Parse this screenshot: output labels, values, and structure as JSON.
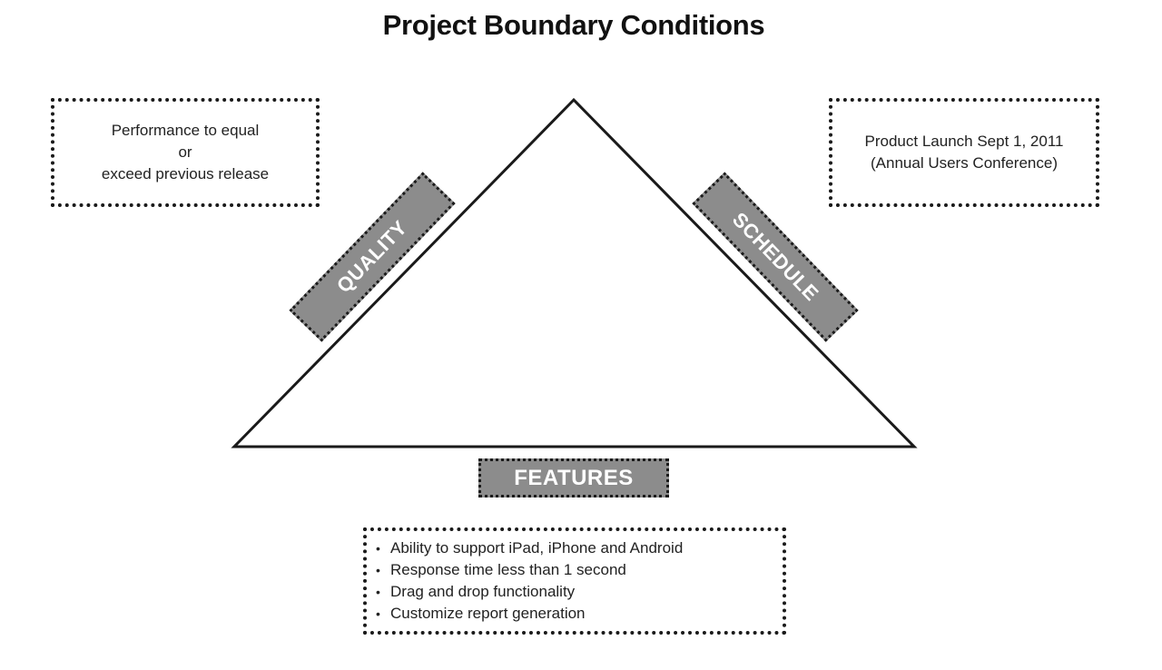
{
  "title": "Project Boundary Conditions",
  "constraints": {
    "quality": {
      "label": "QUALITY",
      "note": [
        "Performance to equal",
        "or",
        "exceed previous release"
      ]
    },
    "schedule": {
      "label": "SCHEDULE",
      "note": [
        "Product Launch Sept 1, 2011",
        "(Annual Users Conference)"
      ]
    },
    "features": {
      "label": "FEATURES",
      "items": [
        "Ability to support iPad, iPhone and Android",
        "Response time less than 1 second",
        "Drag and drop functionality",
        "Customize report generation"
      ]
    }
  },
  "colors": {
    "tag_fill": "#8c8c8c",
    "tag_text": "#ffffff",
    "outline": "#1a1a1a"
  }
}
